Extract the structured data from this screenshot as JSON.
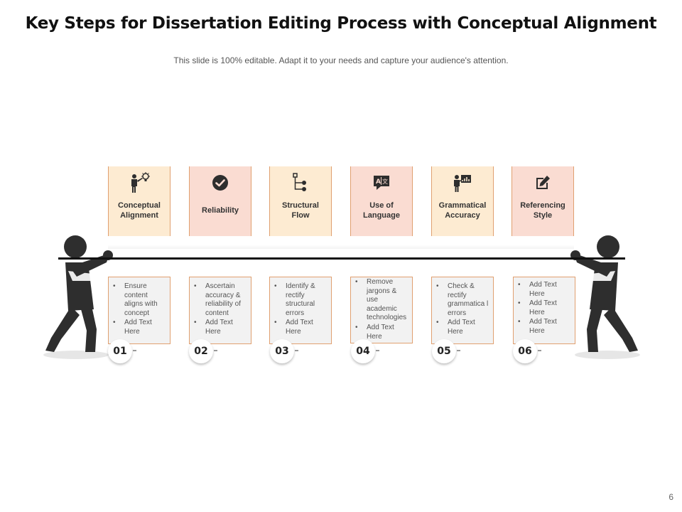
{
  "title": "Key Steps for Dissertation Editing Process with Conceptual Alignment",
  "subtitle": "This slide is 100% editable. Adapt it to your needs and capture your audience's attention.",
  "page_number": "6",
  "colors": {
    "card_light": "#fdebd2",
    "card_pink": "#fadcd2",
    "border": "#e0a070",
    "dark": "#2e2e2e",
    "info_bg": "#f2f2f2"
  },
  "steps": [
    {
      "number": "01",
      "label": "Conceptual Alignment",
      "icon": "presenter-idea-icon",
      "bullets": [
        "Ensure content aligns with concept",
        "Add Text Here"
      ]
    },
    {
      "number": "02",
      "label": "Reliability",
      "icon": "check-circle-icon",
      "bullets": [
        "Ascertain accuracy & reliability of content",
        "Add Text Here"
      ]
    },
    {
      "number": "03",
      "label": "Structural Flow",
      "icon": "flow-structure-icon",
      "bullets": [
        "Identify & rectify structural errors",
        "Add Text Here"
      ]
    },
    {
      "number": "04",
      "label": "Use of Language",
      "icon": "translate-icon",
      "bullets": [
        "Remove jargons & use academic technologies",
        "Add Text Here"
      ]
    },
    {
      "number": "05",
      "label": "Grammatical Accuracy",
      "icon": "teacher-board-icon",
      "bullets": [
        "Check & rectify grammatica l errors",
        "Add Text Here"
      ]
    },
    {
      "number": "06",
      "label": "Referencing Style",
      "icon": "edit-pen-icon",
      "bullets": [
        "Add Text Here",
        "Add Text Here",
        "Add Text Here"
      ]
    }
  ]
}
